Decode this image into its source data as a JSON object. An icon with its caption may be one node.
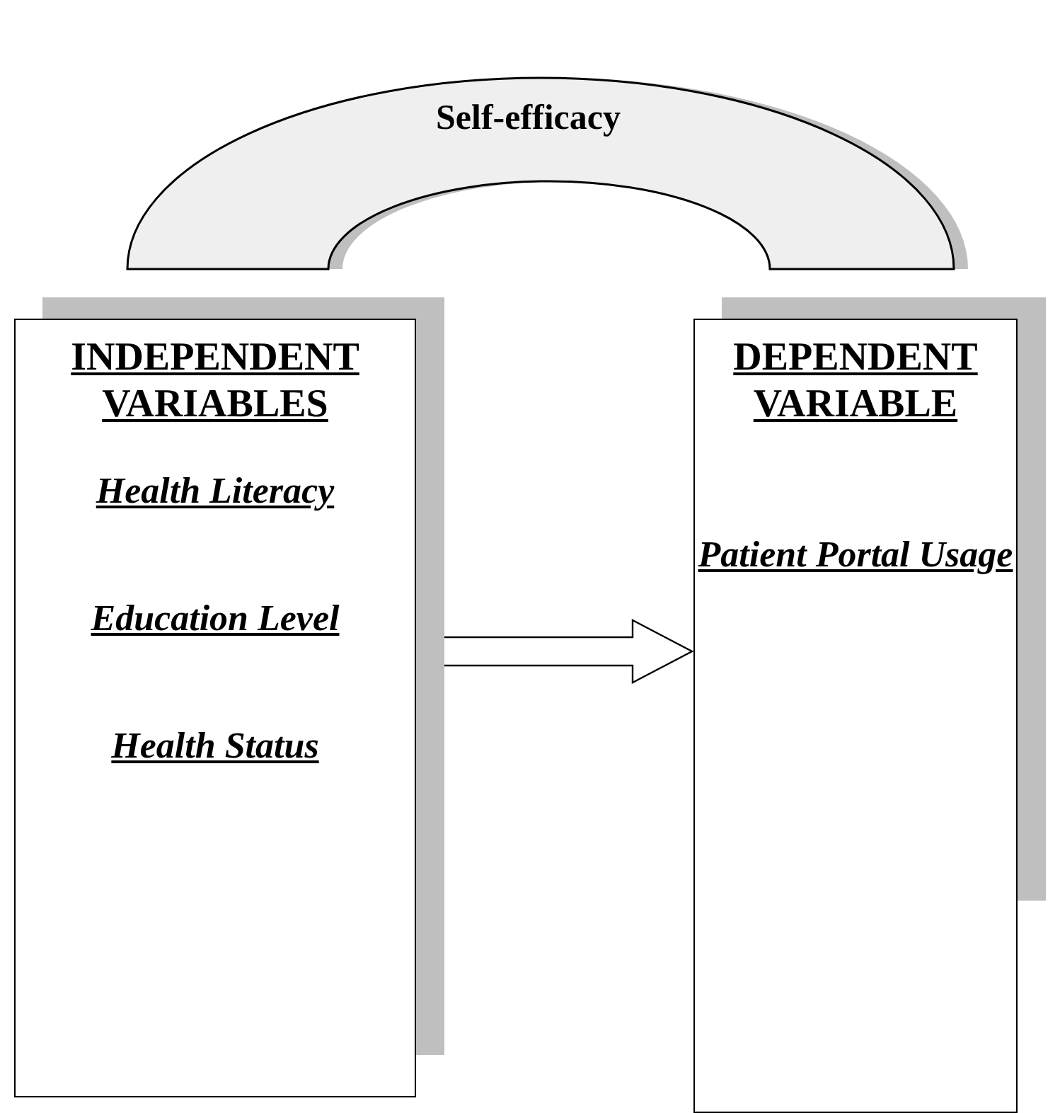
{
  "diagram": {
    "nodes": [
      {
        "text": [
          "Self-efficacy"
        ]
      },
      {
        "text": [
          "INDEPENDENT VARIABLES",
          "Health Literacy",
          "Education Level",
          "Health Status"
        ]
      },
      {
        "text": [
          "DEPENDENT VARIABLE",
          "Patient Portal Usage"
        ]
      }
    ],
    "edges": [
      {
        "from": 1,
        "to": 2,
        "arrow": "to"
      }
    ]
  }
}
